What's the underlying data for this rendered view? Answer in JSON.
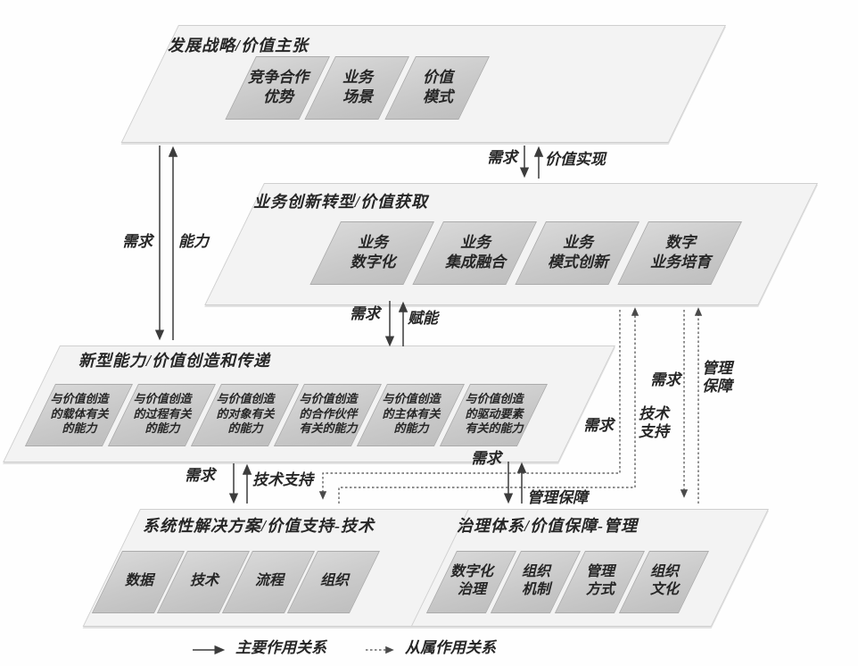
{
  "sections": [
    {
      "title": "发展战略/价值主张",
      "boxes": [
        {
          "label": "竞争合作\n优势"
        },
        {
          "label": "业务\n场景"
        },
        {
          "label": "价值\n模式"
        }
      ]
    },
    {
      "title": "业务创新转型/价值获取",
      "boxes": [
        {
          "label": "业务\n数字化"
        },
        {
          "label": "业务\n集成融合"
        },
        {
          "label": "业务\n模式创新"
        },
        {
          "label": "数字\n业务培育"
        }
      ]
    },
    {
      "title": "新型能力/价值创造和传递",
      "boxes": [
        {
          "label": "与价值创造\n的载体有关\n的能力"
        },
        {
          "label": "与价值创造\n的过程有关\n的能力"
        },
        {
          "label": "与价值创造\n的对象有关\n的能力"
        },
        {
          "label": "与价值创造\n的合作伙伴\n有关的能力"
        },
        {
          "label": "与价值创造\n的主体有关\n的能力"
        },
        {
          "label": "与价值创造\n的驱动要素\n有关的能力"
        }
      ]
    },
    {
      "title": "系统性解决方案/价值支持-技术",
      "boxes": [
        {
          "label": "数据"
        },
        {
          "label": "技术"
        },
        {
          "label": "流程"
        },
        {
          "label": "组织"
        }
      ]
    },
    {
      "title": "治理体系/价值保障-管理",
      "boxes": [
        {
          "label": "数字化\n治理"
        },
        {
          "label": "组织\n机制"
        },
        {
          "label": "管理\n方式"
        },
        {
          "label": "组织\n文化"
        }
      ]
    }
  ],
  "arrows": {
    "p1_p2": {
      "down": "需求",
      "up": "价值实现"
    },
    "p1_p3": {
      "down": "需求",
      "up": "能力"
    },
    "p2_p3": {
      "down": "需求",
      "up": "赋能"
    },
    "p3_p4": {
      "down": "需求",
      "up": "技术支持"
    },
    "p3_p5": {
      "down": "需求",
      "up": "管理保障"
    },
    "p2_p4_dashed": {
      "down": "需求",
      "up": "技术\n支持"
    },
    "p2_p5_dashed": {
      "down": "需求",
      "up": "管理\n保障"
    }
  },
  "legend": {
    "primary": "主要作用关系",
    "secondary": "从属作用关系"
  },
  "colors": {
    "panel_fill": "#f3f3f3",
    "panel_border": "#cfcfcf",
    "box_fill": "#cbcbcb",
    "box_border": "#ababab",
    "text": "#262626",
    "solid_arrow": "#3c3c3c",
    "dashed_arrow": "#5a5a5a"
  }
}
